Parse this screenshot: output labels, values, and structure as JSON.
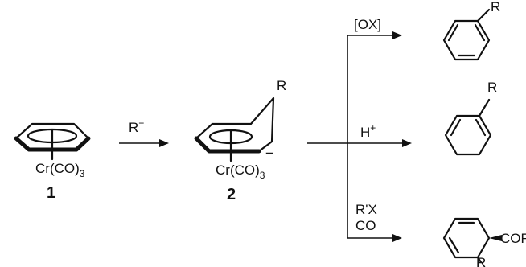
{
  "compound1": {
    "ligand": "Cr(CO)",
    "subscript": "3",
    "number": "1"
  },
  "step1": {
    "reagent": "R",
    "reagent_charge": "−"
  },
  "compound2": {
    "substituent": "R",
    "ligand": "Cr(CO)",
    "subscript": "3",
    "charge": "−",
    "number": "2"
  },
  "branches": [
    {
      "reagent_line1": "[OX]",
      "reagent_line2": "",
      "product_substituent": "R",
      "product_substituent2": ""
    },
    {
      "reagent_line1": "H",
      "reagent_line1_sup": "+",
      "reagent_line2": "",
      "product_substituent": "R",
      "product_substituent2": ""
    },
    {
      "reagent_line1": "R'X",
      "reagent_line2": "CO",
      "product_substituent": "COR'",
      "product_substituent2": "R"
    }
  ]
}
